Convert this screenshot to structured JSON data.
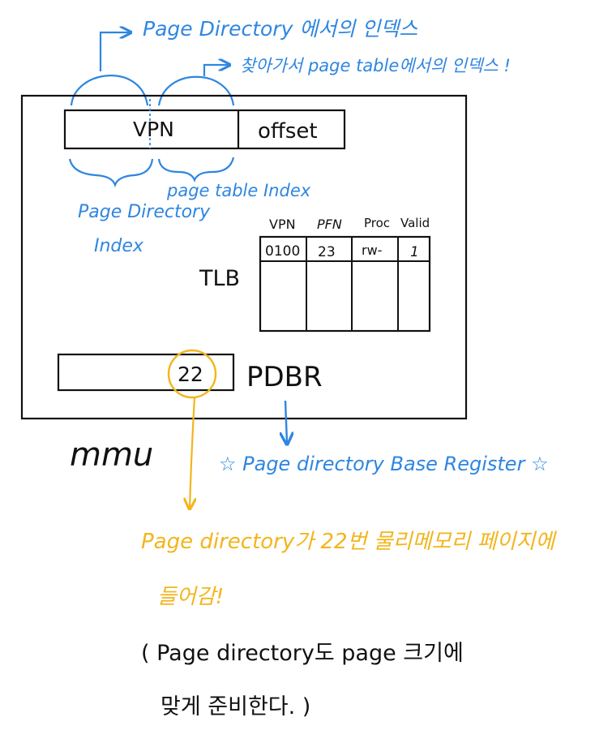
{
  "colors": {
    "blue": "#2e86e0",
    "yellow": "#f2b51c",
    "ink": "#111111"
  },
  "annotations": {
    "pd_index_note": "Page Directory 에서의 인덱스",
    "pt_index_note": "찾아가서 page table에서의 인덱스 !",
    "pd_index_label_line1": "Page Directory",
    "pd_index_label_line2": "Index",
    "pt_index_label": "page table Index",
    "pdbr_full": "☆ Page directory Base Register ☆",
    "yellow_line1": "Page directory가 22번 물리메모리 페이지에",
    "yellow_line2": "들어감!",
    "black_line1": "( Page directory도 page 크기에",
    "black_line2": "맞게 준비한다. )"
  },
  "mmu": {
    "label": "mmu",
    "vaddr": {
      "vpn_label": "VPN",
      "offset_label": "offset"
    },
    "tlb": {
      "label": "TLB",
      "headers": [
        "VPN",
        "PFN",
        "Proc",
        "Valid"
      ],
      "rows": [
        [
          "0100",
          "23",
          "rw-",
          "1"
        ]
      ]
    },
    "pdbr": {
      "label": "PDBR",
      "value": "22"
    }
  }
}
